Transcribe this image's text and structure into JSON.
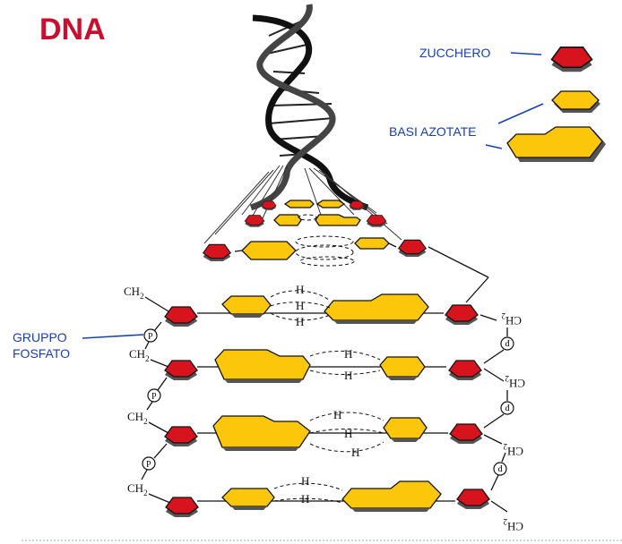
{
  "title": "DNA",
  "labels": {
    "sugar": "ZUCCHERO",
    "bases": "BASI AZOTATE",
    "phosphate_line1": "GRUPPO",
    "phosphate_line2": "FOSFATO"
  },
  "chem": {
    "ch2": "CH",
    "sub2": "2",
    "p": "P",
    "h": "H"
  },
  "colors": {
    "title": "#c8102e",
    "labels": "#1a3fb0",
    "sugar": "#d7141d",
    "base": "#fcc70a"
  }
}
